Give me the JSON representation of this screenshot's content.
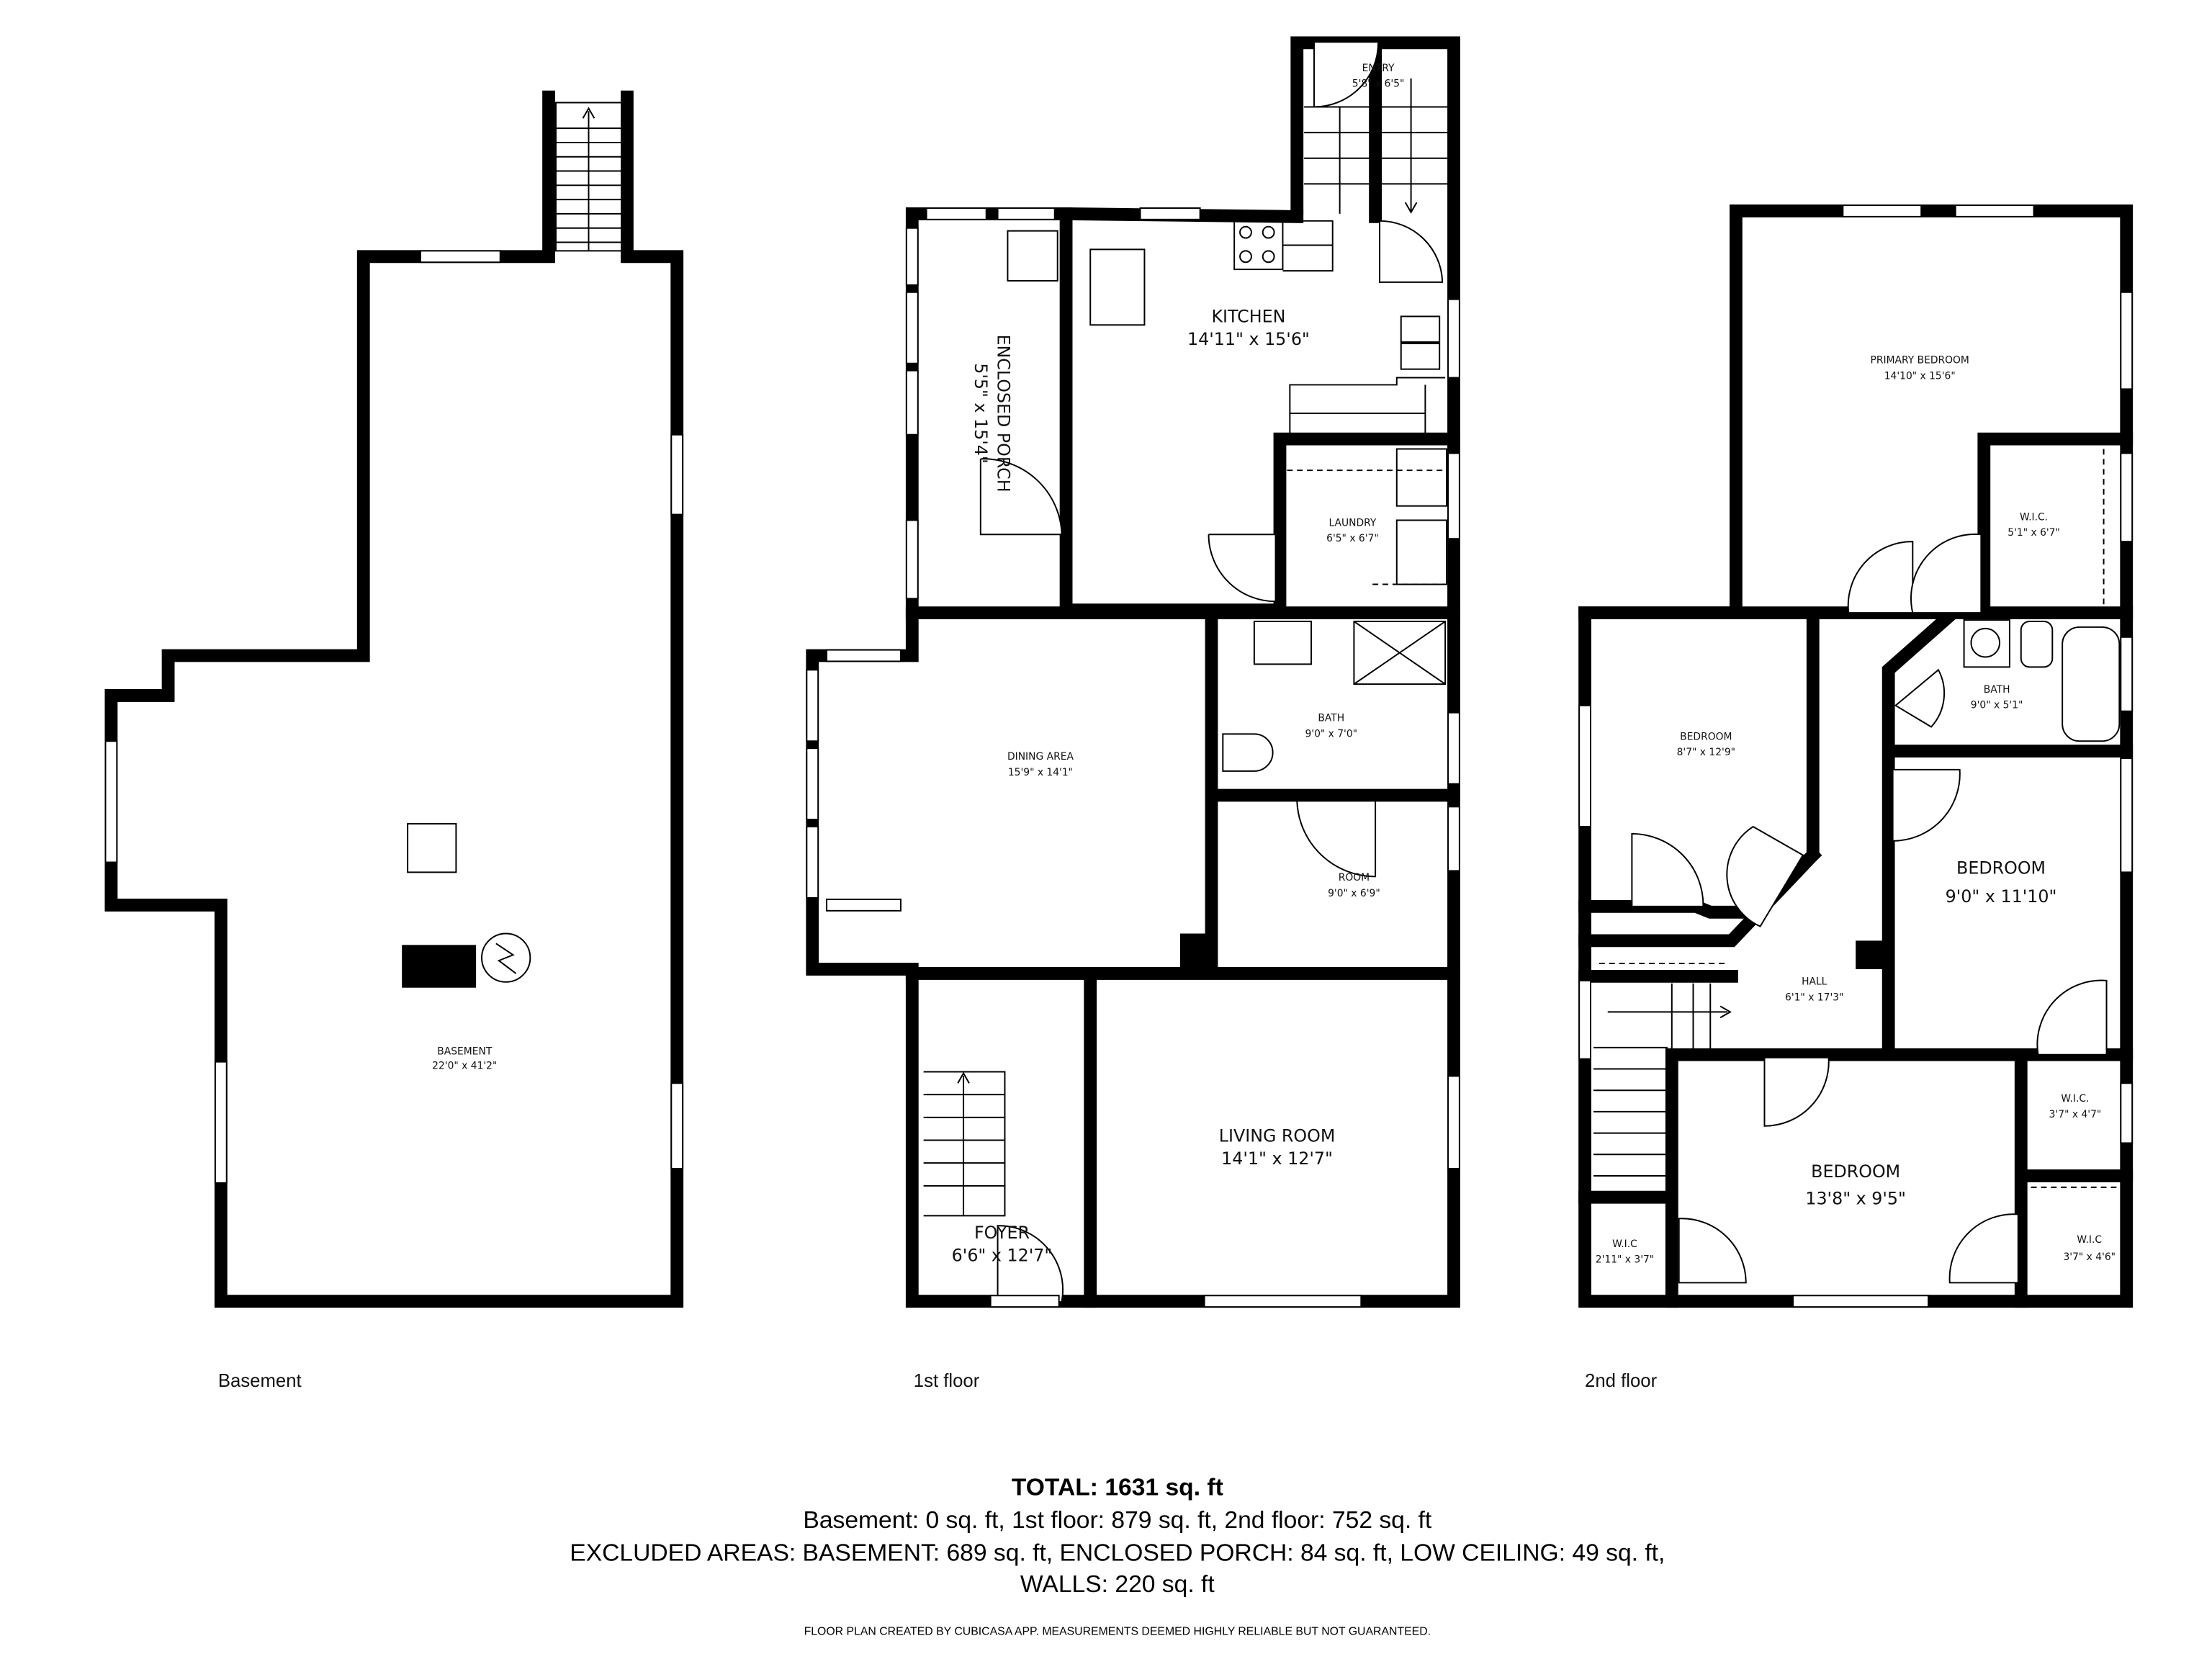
{
  "floors": {
    "basement": {
      "label": "Basement",
      "rooms": [
        {
          "name": "BASEMENT",
          "dims": "22'0\" x 41'2\""
        }
      ]
    },
    "first": {
      "label": "1st floor",
      "rooms": [
        {
          "name": "ENTRY",
          "dims": "5'8\" x 6'5\""
        },
        {
          "name": "KITCHEN",
          "dims": "14'11\" x 15'6\""
        },
        {
          "name": "ENCLOSED PORCH",
          "dims": "5'5\" x 15'4\""
        },
        {
          "name": "LAUNDRY",
          "dims": "6'5\" x 6'7\""
        },
        {
          "name": "DINING AREA",
          "dims": "15'9\" x 14'1\""
        },
        {
          "name": "BATH",
          "dims": "9'0\" x 7'0\""
        },
        {
          "name": "ROOM",
          "dims": "9'0\" x 6'9\""
        },
        {
          "name": "LIVING ROOM",
          "dims": "14'1\" x 12'7\""
        },
        {
          "name": "FOYER",
          "dims": "6'6\" x 12'7\""
        }
      ]
    },
    "second": {
      "label": "2nd floor",
      "rooms": [
        {
          "name": "PRIMARY BEDROOM",
          "dims": "14'10\" x 15'6\""
        },
        {
          "name": "W.I.C.",
          "dims": "5'1\" x 6'7\""
        },
        {
          "name": "BEDROOM",
          "dims": "8'7\" x 12'9\""
        },
        {
          "name": "BATH",
          "dims": "9'0\" x 5'1\""
        },
        {
          "name": "BEDROOM",
          "dims": "9'0\" x 11'10\""
        },
        {
          "name": "HALL",
          "dims": "6'1\" x 17'3\""
        },
        {
          "name": "W.I.C.",
          "dims": "3'7\" x 4'7\""
        },
        {
          "name": "BEDROOM",
          "dims": "13'8\" x 9'5\""
        },
        {
          "name": "W.I.C",
          "dims": "3'7\" x 4'6\""
        },
        {
          "name": "W.I.C",
          "dims": "2'11\" x 3'7\""
        }
      ]
    }
  },
  "summary": {
    "total": "TOTAL: 1631 sq. ft",
    "floors": "Basement: 0 sq. ft, 1st floor: 879 sq. ft, 2nd floor: 752 sq. ft",
    "excluded": "EXCLUDED AREAS: BASEMENT: 689 sq. ft, ENCLOSED PORCH: 84 sq. ft, LOW CEILING: 49 sq. ft,",
    "walls": "WALLS: 220 sq. ft",
    "disclaimer": "FLOOR PLAN CREATED BY CUBICASA APP. MEASUREMENTS DEEMED HIGHLY RELIABLE BUT NOT GUARANTEED."
  }
}
